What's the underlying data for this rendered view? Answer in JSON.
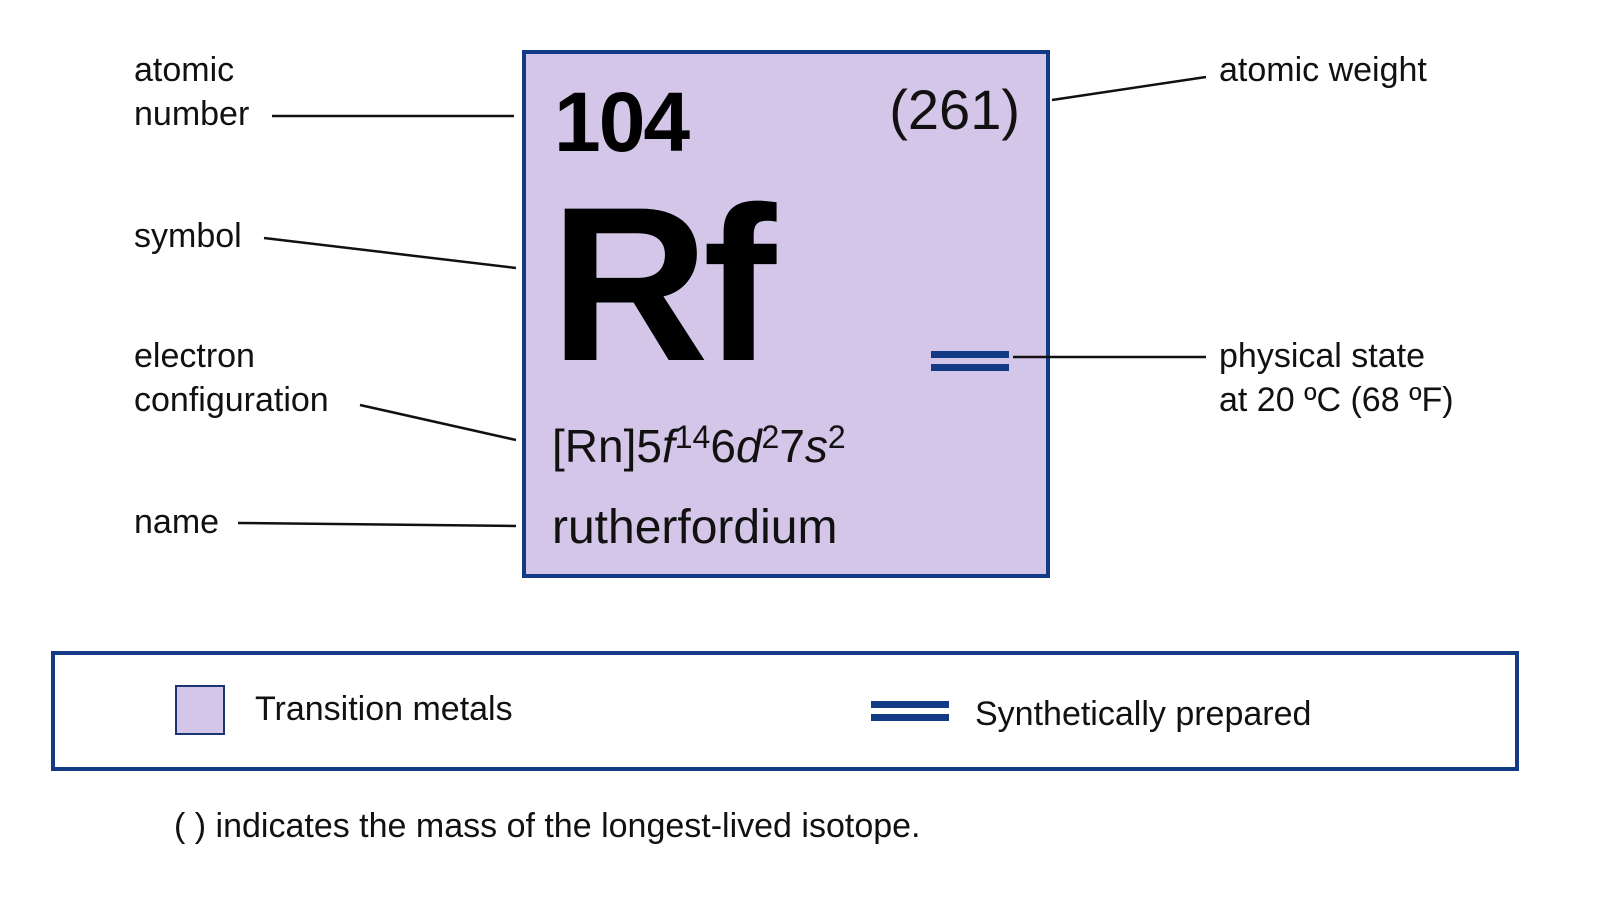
{
  "element": {
    "atomic_number": "104",
    "atomic_weight": "(261)",
    "symbol": "Rf",
    "electron_configuration": {
      "core": "[Rn]",
      "orbitals": [
        {
          "shell": "5",
          "subshell": "f",
          "electrons": "14"
        },
        {
          "shell": "6",
          "subshell": "d",
          "electrons": "2"
        },
        {
          "shell": "7",
          "subshell": "s",
          "electrons": "2"
        }
      ]
    },
    "name": "rutherfordium",
    "physical_state_icon": "double-bar-synthetic-icon",
    "category_color": "#d3c6e8",
    "border_color": "#133a84"
  },
  "callouts": {
    "atomic_number": [
      "atomic",
      "number"
    ],
    "symbol": "symbol",
    "electron_configuration": [
      "electron",
      "configuration"
    ],
    "name": "name",
    "atomic_weight": "atomic weight",
    "physical_state": [
      "physical state",
      "at 20 ºC (68 ºF)"
    ]
  },
  "legend": {
    "items": [
      {
        "icon": "purple-square-swatch",
        "label": "Transition metals",
        "color": "#d3c6e8"
      },
      {
        "icon": "double-bar-synthetic-icon",
        "label": "Synthetically prepared",
        "color": "#133a84"
      }
    ]
  },
  "footnote": "( ) indicates the mass of the longest-lived isotope."
}
